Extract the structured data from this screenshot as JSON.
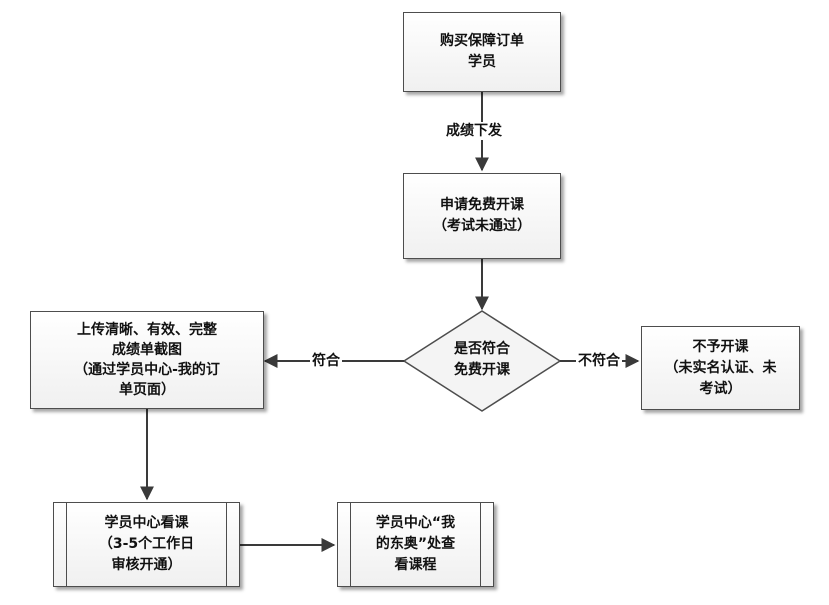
{
  "nodes": {
    "buy": "购买保障订单\n学员",
    "apply": "申请免费开课\n（考试未通过）",
    "decision": "是否符合\n免费开课",
    "upload": "上传清晰、有效、完整\n成绩单截图\n（通过学员中心-我的订\n单页面）",
    "reject": "不予开课\n（未实名认证、未\n考试）",
    "review": "学员中心看课\n（3-5个工作日\n审核开通）",
    "view": "学员中心“我\n的东奥”处查\n看课程"
  },
  "edge_labels": {
    "grades_issued": "成绩下发",
    "eligible": "符合",
    "not_eligible": "不符合"
  }
}
